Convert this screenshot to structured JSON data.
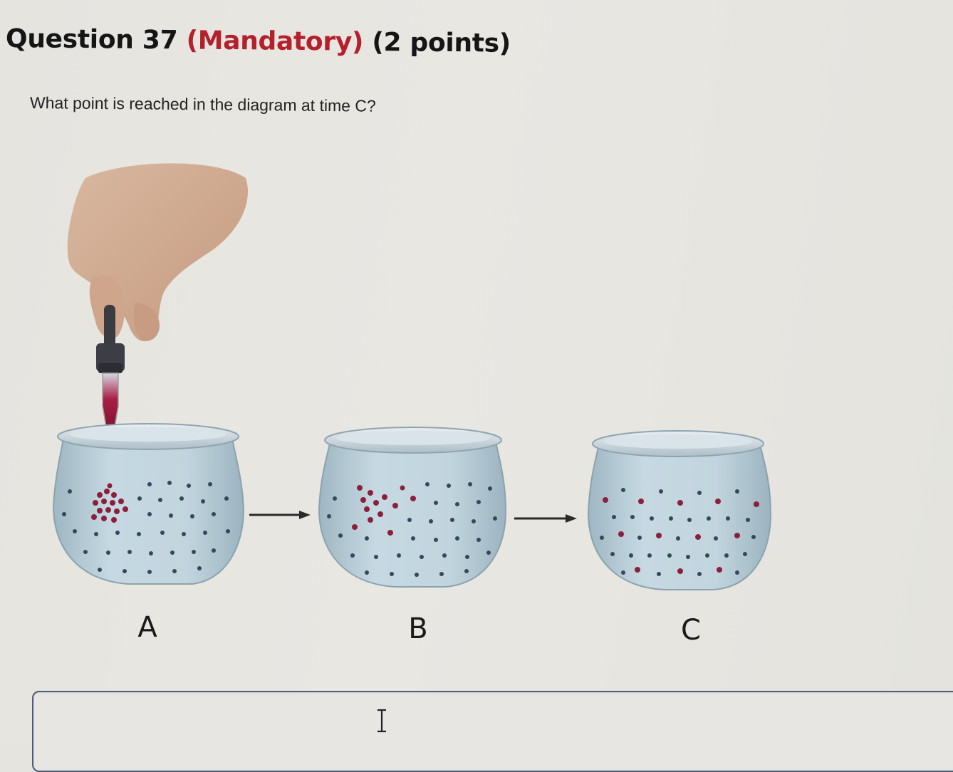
{
  "question": {
    "number_label": "Question 37",
    "mandatory_label": "(Mandatory)",
    "points_label": "(2 points)",
    "prompt": "What point is reached in the diagram at time C?"
  },
  "diagram": {
    "labels": [
      "A",
      "B",
      "C"
    ]
  },
  "answer": {
    "value": ""
  },
  "colors": {
    "mandatory": "#b4202c",
    "water": "#b7ccd6",
    "dye": "#8c1f3a",
    "water_particle": "#33485a",
    "answer_border": "#4b5d7e"
  }
}
